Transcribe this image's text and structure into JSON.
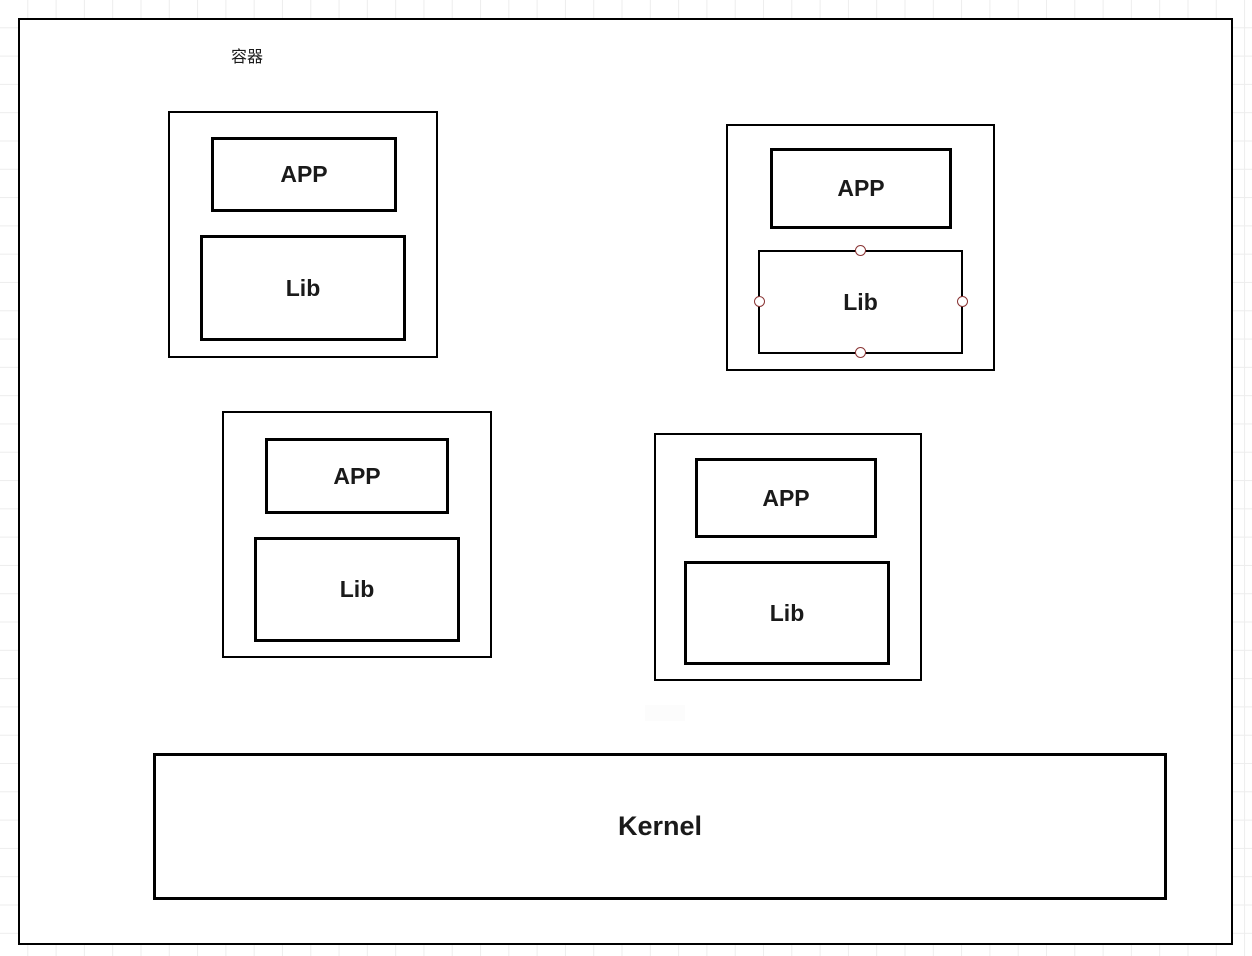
{
  "diagram": {
    "caption": "容器",
    "kernel_label": "Kernel",
    "outer_frame_name": "host-boundary",
    "stroke_color": "#000000",
    "fill_color": "#ffffff",
    "handle_color": "#8a3535",
    "grid_color": "#ededed"
  },
  "containers": [
    {
      "id": "container-1",
      "app_label": "APP",
      "lib_label": "Lib",
      "selected": false
    },
    {
      "id": "container-2",
      "app_label": "APP",
      "lib_label": "Lib",
      "selected": true
    },
    {
      "id": "container-3",
      "app_label": "APP",
      "lib_label": "Lib",
      "selected": false
    },
    {
      "id": "container-4",
      "app_label": "APP",
      "lib_label": "Lib",
      "selected": false
    }
  ],
  "handles": {
    "top": "connection-handle-top",
    "right": "connection-handle-right",
    "bottom": "connection-handle-bottom",
    "left": "connection-handle-left"
  }
}
